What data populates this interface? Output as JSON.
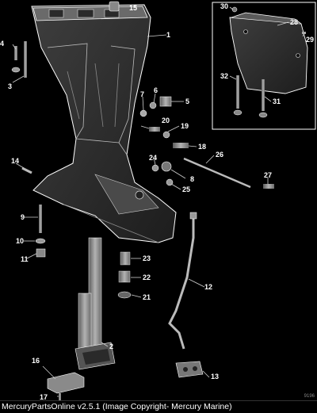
{
  "caption": "MercuryPartsOnline v2.5.1 (Image Copyright- Mercury Marine)",
  "sheet_code": "9196",
  "callouts": [
    "1",
    "2",
    "3",
    "4",
    "5",
    "6",
    "7",
    "8",
    "9",
    "10",
    "11",
    "12",
    "13",
    "14",
    "15",
    "16",
    "17",
    "18",
    "19",
    "20",
    "21",
    "22",
    "23",
    "24",
    "25",
    "26",
    "27",
    "28",
    "29",
    "30",
    "31",
    "32"
  ],
  "colors": {
    "background": "#000000",
    "line": "#ffffff",
    "part_fill": "#9a9a9a"
  }
}
